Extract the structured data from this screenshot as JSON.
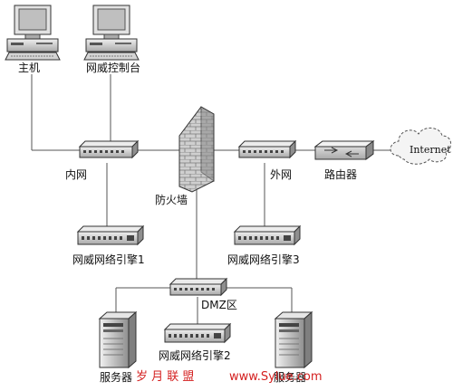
{
  "labels": {
    "host": "主机",
    "console": "网威控制台",
    "intranet": "内网",
    "firewall": "防火墙",
    "extranet": "外网",
    "router": "路由器",
    "internet": "Internet",
    "engine1": "网威网络引擎1",
    "engine3": "网威网络引擎3",
    "dmz": "DMZ区",
    "engine2": "网威网络引擎2",
    "server_left": "服务器",
    "server_right": "服务器"
  },
  "watermark": {
    "left": "岁 月 联 盟",
    "right": "www.Sylue.com"
  },
  "colors": {
    "line": "#555555",
    "device": "#d8d8d8",
    "device_dark": "#6b6b6b",
    "watermark": "#d42020"
  }
}
